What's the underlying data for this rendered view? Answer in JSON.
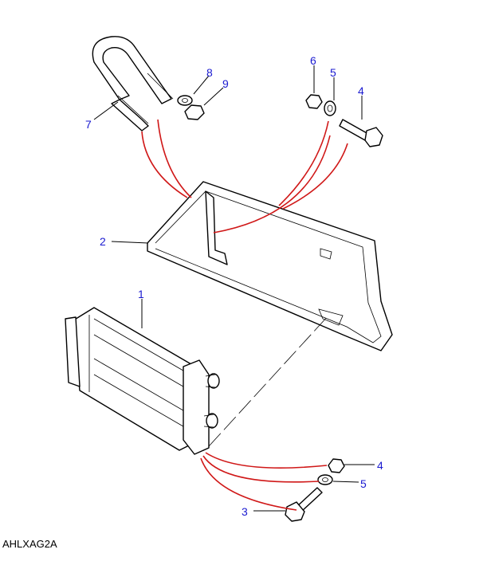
{
  "diagram_code": "AHLXAG2A",
  "callouts": {
    "c1": "1",
    "c2": "2",
    "c3": "3",
    "c4a": "4",
    "c4b": "4",
    "c5a": "5",
    "c5b": "5",
    "c6": "6",
    "c7": "7",
    "c8": "8",
    "c9": "9"
  },
  "colors": {
    "callout": "#1a1ad0",
    "fit_line": "#d01818"
  }
}
